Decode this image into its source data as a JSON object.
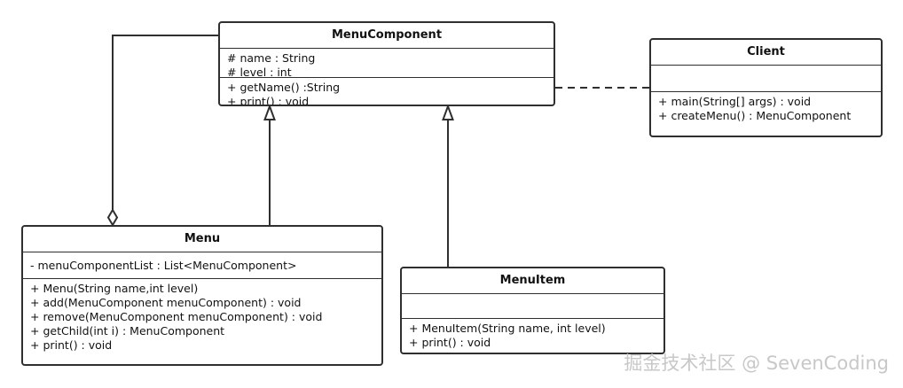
{
  "diagram": {
    "classes": {
      "menu_component": {
        "name": "MenuComponent",
        "attributes": [
          "# name : String",
          "# level : int"
        ],
        "methods": [
          "+ getName() :String",
          "+ print() : void"
        ]
      },
      "client": {
        "name": "Client",
        "attributes": [],
        "methods": [
          "+ main(String[] args) : void",
          "+ createMenu() : MenuComponent"
        ]
      },
      "menu": {
        "name": "Menu",
        "attributes": [
          "- menuComponentList : List<MenuComponent>"
        ],
        "methods": [
          "+ Menu(String name,int level)",
          "+ add(MenuComponent menuComponent) : void",
          "+ remove(MenuComponent menuComponent) : void",
          "+ getChild(int i) : MenuComponent",
          "+ print() : void"
        ]
      },
      "menu_item": {
        "name": "MenuItem",
        "attributes": [],
        "methods": [
          "+ MenuItem(String name, int level)",
          "+ print() : void"
        ]
      }
    },
    "relationships": [
      {
        "type": "generalization",
        "from": "Menu",
        "to": "MenuComponent"
      },
      {
        "type": "generalization",
        "from": "MenuItem",
        "to": "MenuComponent"
      },
      {
        "type": "aggregation",
        "from": "MenuComponent",
        "to": "Menu"
      },
      {
        "type": "dependency",
        "from": "Client",
        "to": "MenuComponent"
      }
    ]
  },
  "watermark": "掘金技术社区 @ SevenCoding",
  "colors": {
    "line": "#2f2f2f",
    "watermark": "#c8c8c8"
  }
}
